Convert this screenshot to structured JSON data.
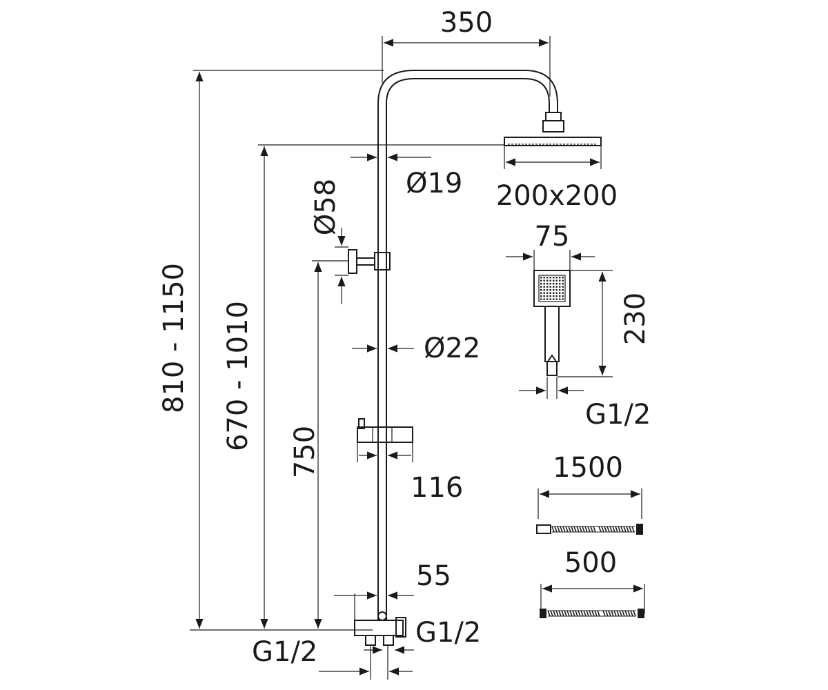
{
  "dimensions": {
    "top_width": "350",
    "arm_diameter": "Ø19",
    "head_size": "200x200",
    "wall_mount_diameter": "Ø58",
    "total_height": "810 - 1150",
    "head_height": "670 - 1010",
    "bar_height": "750",
    "bar_diameter": "Ø22",
    "slider_offset": "116",
    "mixer_offset": "55",
    "mixer_outlet_thread": "G1/2",
    "mixer_inlet_thread": "G1/2",
    "hand_shower_width": "75",
    "hand_shower_length": "230",
    "hand_shower_thread": "G1/2",
    "hose_long": "1500",
    "hose_short": "500"
  }
}
